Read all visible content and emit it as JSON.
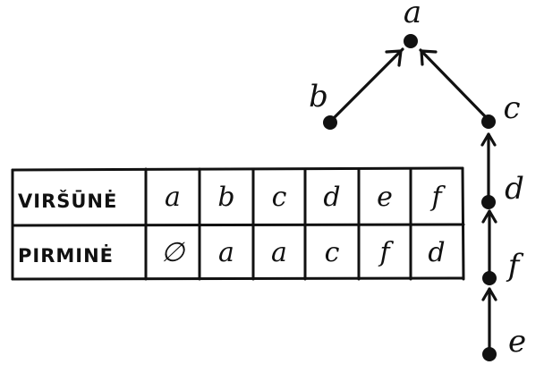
{
  "table": {
    "header_row": "VIRŠŪNĖ",
    "parent_row": "PIRMINĖ",
    "vertices": [
      "a",
      "b",
      "c",
      "d",
      "e",
      "f"
    ],
    "parents": [
      "∅",
      "a",
      "a",
      "c",
      "f",
      "d"
    ]
  },
  "tree": {
    "nodes": [
      "a",
      "b",
      "c",
      "d",
      "f",
      "e"
    ],
    "edges": [
      {
        "from": "b",
        "to": "a"
      },
      {
        "from": "c",
        "to": "a"
      },
      {
        "from": "d",
        "to": "c"
      },
      {
        "from": "f",
        "to": "d"
      },
      {
        "from": "e",
        "to": "f"
      }
    ]
  },
  "colors": {
    "ink": "#111111",
    "background": "#ffffff"
  }
}
